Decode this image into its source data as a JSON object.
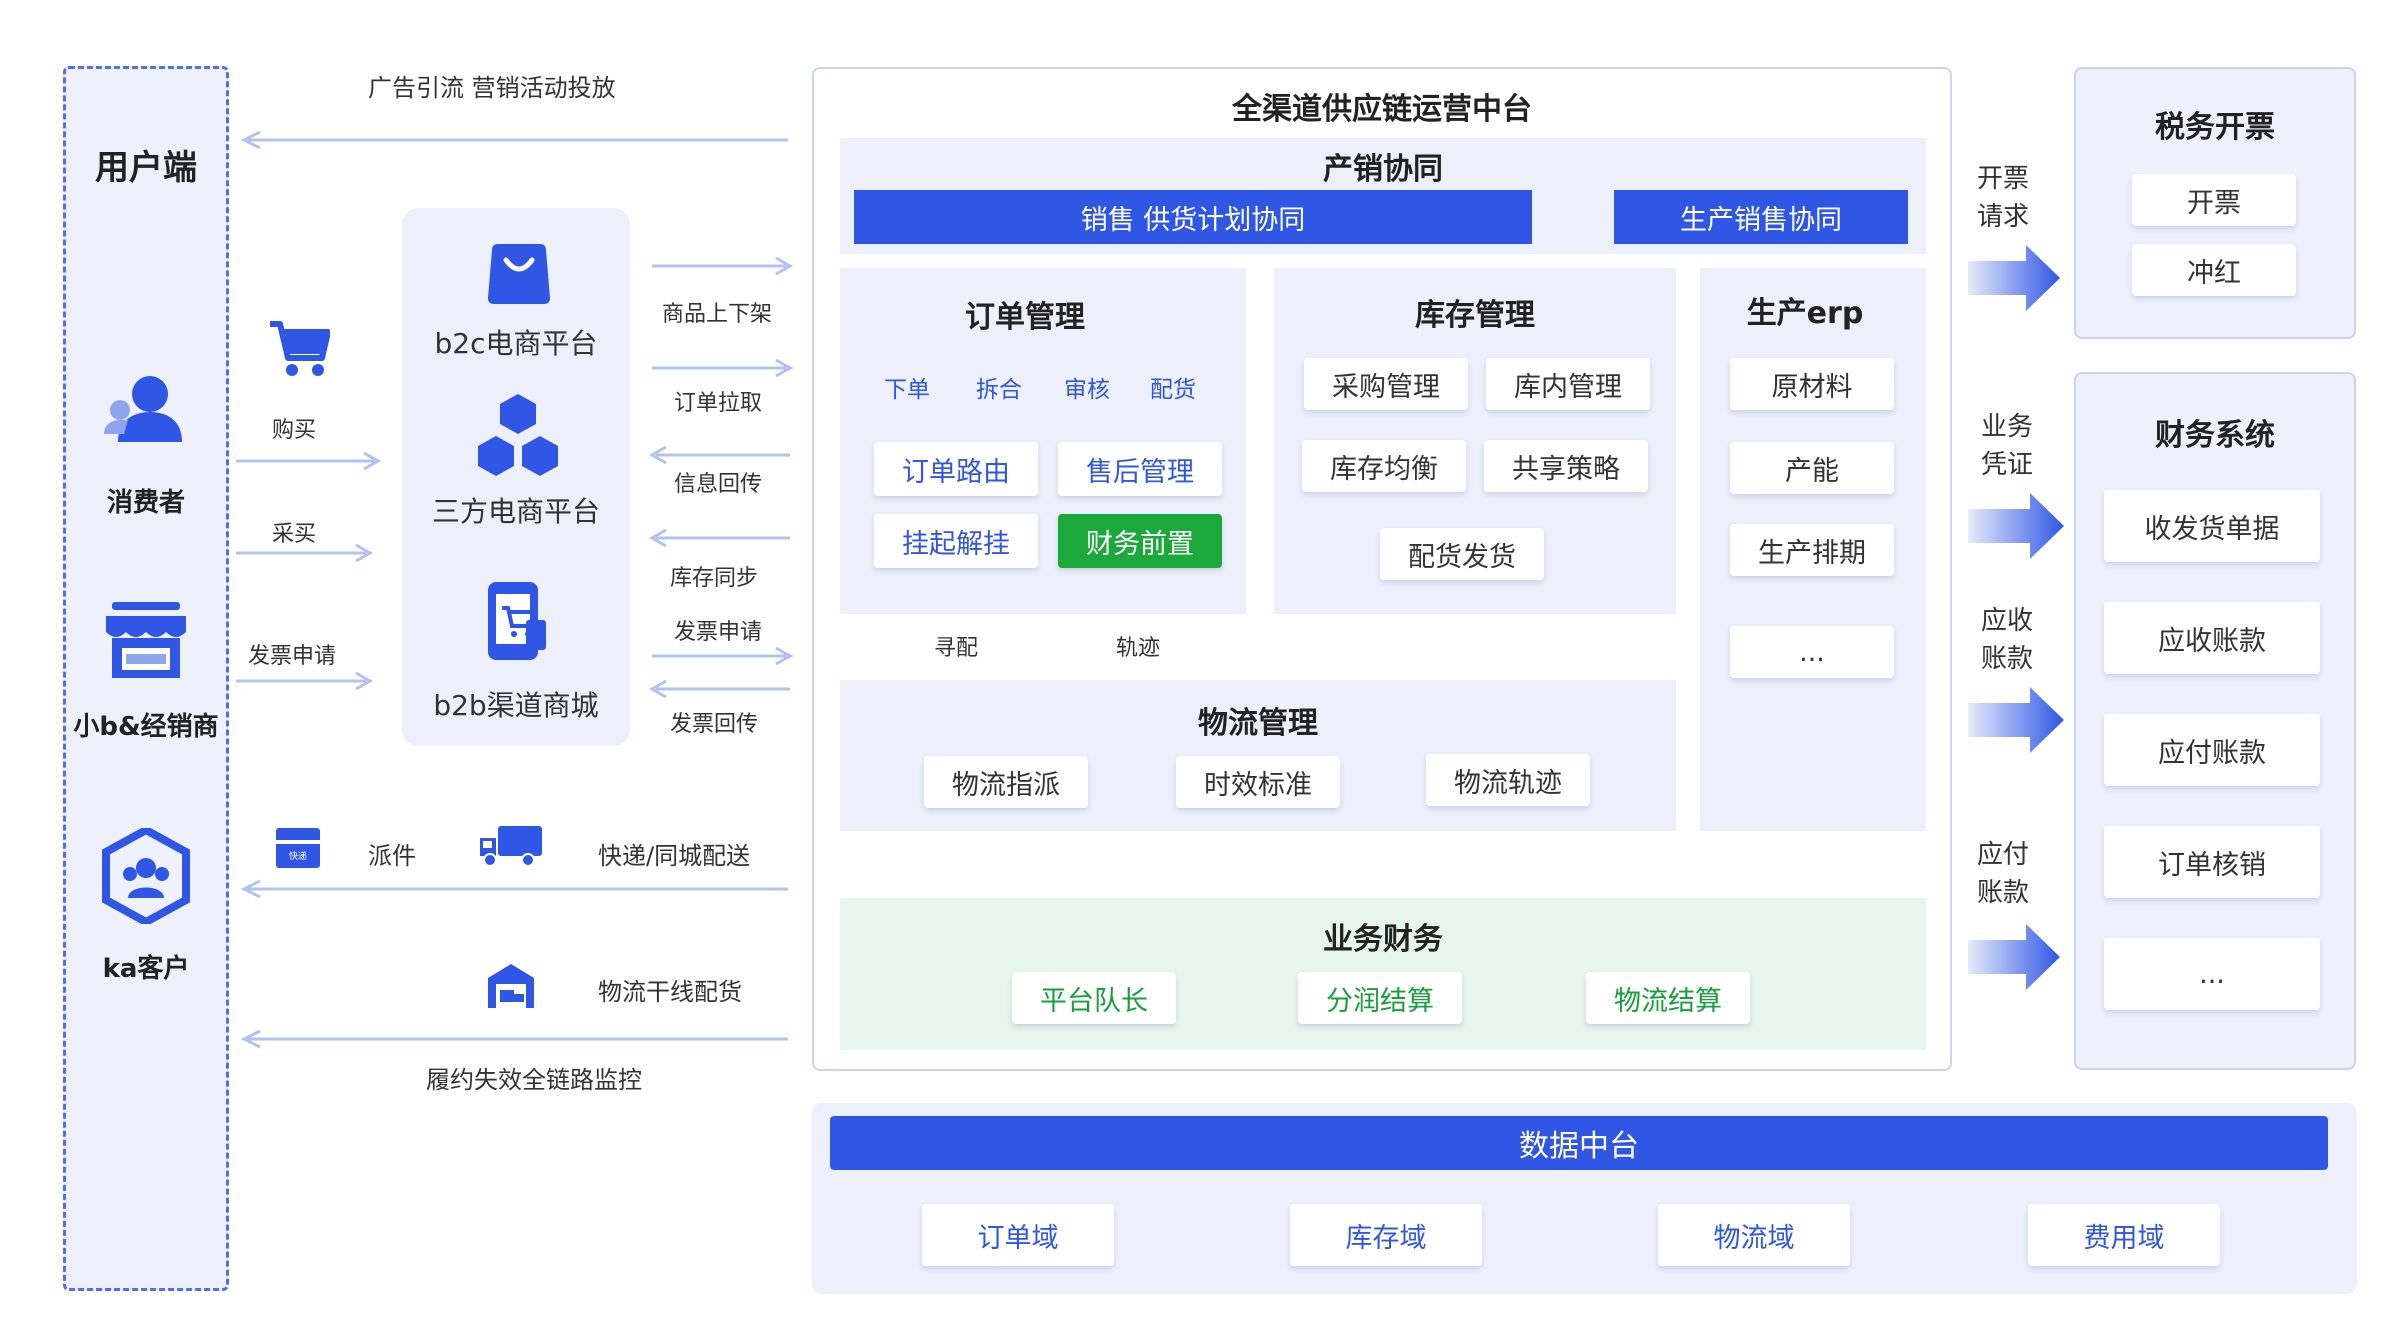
{
  "user_side": {
    "title": "用户端",
    "consumer": "消费者",
    "dealer": "小b&经销商",
    "ka": "ka客户"
  },
  "flows": {
    "top": "广告引流  营销活动投放",
    "buy": "购买",
    "purchase": "采买",
    "invoice_req": "发票申请",
    "dispatch": "派件",
    "express": "快递/同城配送",
    "trunk": "物流干线配货",
    "monitor": "履约失效全链路监控",
    "truck_badge": "快递"
  },
  "channels": {
    "b2c": "b2c电商平台",
    "third": "三方电商平台",
    "b2b": "b2b渠道商城"
  },
  "channel_flows": [
    "商品上下架",
    "订单拉取",
    "信息回传",
    "库存同步",
    "发票申请",
    "发票回传"
  ],
  "scm": {
    "title": "全渠道供应链运营中台",
    "sales_coop": {
      "title": "产销协同",
      "bar_left": "销售 供货计划协同",
      "bar_right": "生产销售协同"
    },
    "order_mgmt": {
      "title": "订单管理",
      "steps": [
        "下单",
        "拆合",
        "审核",
        "配货"
      ],
      "cards": [
        "订单路由",
        "售后管理",
        "挂起解挂",
        "财务前置"
      ]
    },
    "inventory_mgmt": {
      "title": "库存管理",
      "cards": [
        "采购管理",
        "库内管理",
        "库存均衡",
        "共享策略",
        "配货发货"
      ]
    },
    "erp": {
      "title": "生产erp",
      "cards": [
        "原材料",
        "产能",
        "生产排期",
        "..."
      ]
    },
    "between": {
      "find": "寻配",
      "track": "轨迹"
    },
    "logistics": {
      "title": "物流管理",
      "cards": [
        "物流指派",
        "时效标准",
        "物流轨迹"
      ]
    },
    "biz_finance": {
      "title": "业务财务",
      "cards": [
        "平台队长",
        "分润结算",
        "物流结算"
      ]
    }
  },
  "right_flows": {
    "invoice_req": [
      "开票",
      "请求"
    ],
    "voucher": [
      "业务",
      "凭证"
    ],
    "receivable": [
      "应收",
      "账款"
    ],
    "payable": [
      "应付",
      "账款"
    ]
  },
  "tax": {
    "title": "税务开票",
    "cards": [
      "开票",
      "冲红"
    ]
  },
  "finance": {
    "title": "财务系统",
    "cards": [
      "收发货单据",
      "应收账款",
      "应付账款",
      "订单核销",
      "..."
    ]
  },
  "data_platform": {
    "title": "数据中台",
    "domains": [
      "订单域",
      "库存域",
      "物流域",
      "费用域"
    ]
  },
  "colors": {
    "primary": "#2f56e4",
    "panel": "#edf0fb",
    "green": "#1aa93a",
    "green_panel": "#e7f6ec",
    "arrow": "#b3c3f0"
  }
}
